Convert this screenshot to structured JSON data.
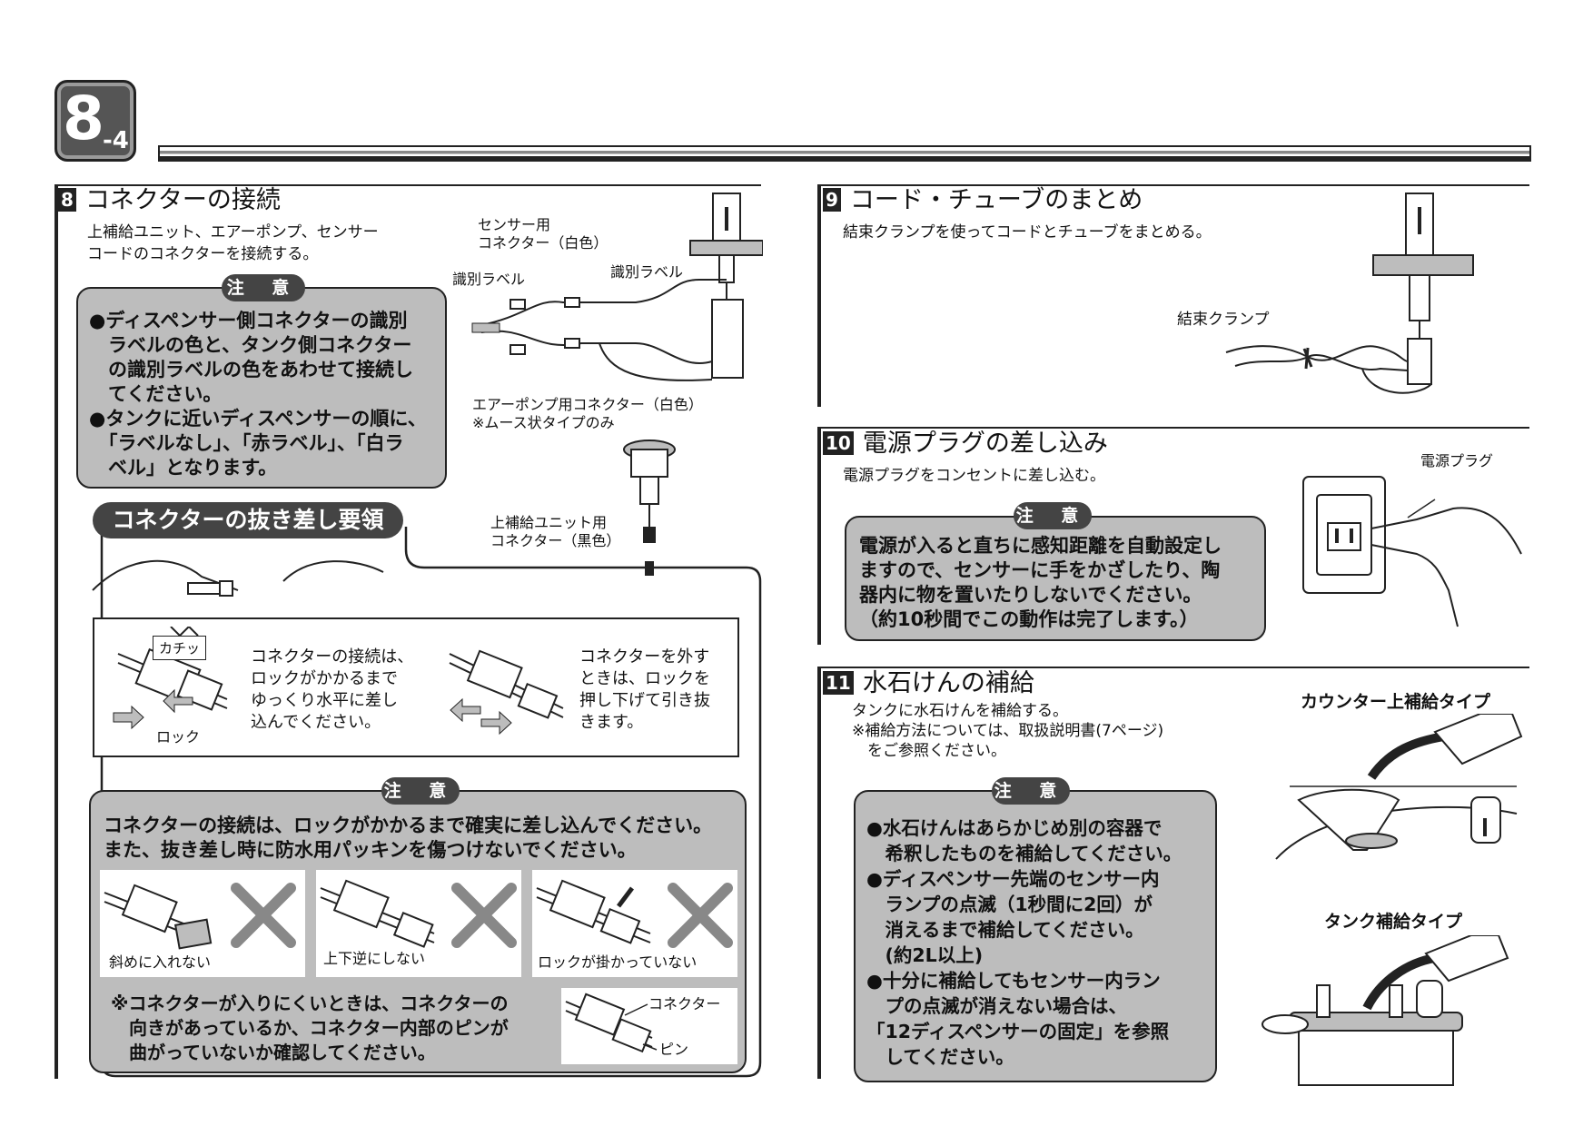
{
  "chapter": {
    "number": "8",
    "sub": "-4"
  },
  "s8": {
    "num": "8",
    "title": "コネクターの接続",
    "desc": [
      "上補給ユニット、エアーポンプ、センサー",
      "コードのコネクターを接続する。"
    ],
    "caution_label": "注 意",
    "caution1": [
      "●ディスペンサー側コネクターの識別",
      "　ラベルの色と、タンク側コネクター",
      "　の識別ラベルの色をあわせて接続し",
      "　てください。",
      "●タンクに近いディスペンサーの順に、",
      "　「ラベルなし」、「赤ラベル」、「白ラ",
      "　ベル」となります。"
    ],
    "diagram_labels": {
      "sensor_conn": [
        "センサー用",
        "コネクター（白色）"
      ],
      "id_label_left": "識別ラベル",
      "id_label_right": "識別ラベル",
      "air_pump": [
        "エアーポンプ用コネクター（白色）",
        "※ムース状タイプのみ"
      ],
      "upper_unit": [
        "上補給ユニット用",
        "コネクター（黒色）"
      ]
    },
    "howto_title": "コネクターの抜き差し要領",
    "click": "カチッ",
    "lock": "ロック",
    "connect_text": [
      "コネクターの接続は、",
      "ロックがかかるまで",
      "ゆっくり水平に差し",
      "込んでください。"
    ],
    "remove_text": [
      "コネクターを外す",
      "ときは、ロックを",
      "押し下げて引き抜",
      "きます。"
    ],
    "caution2_label": "注 意",
    "caution2": [
      "コネクターの接続は、ロックがかかるまで確実に差し込んでください。",
      "また、抜き差し時に防水用パッキンを傷つけないでください。"
    ],
    "ng": [
      "斜めに入れない",
      "上下逆にしない",
      "ロックが掛かっていない"
    ],
    "note": [
      "※コネクターが入りにくいときは、コネクターの",
      "　向きがあっているか、コネクター内部のピンが",
      "　曲がっていないか確認してください。"
    ],
    "connector_lbl": "コネクター",
    "pin_lbl": "ピン"
  },
  "s9": {
    "num": "9",
    "title": "コード・チューブのまとめ",
    "desc": "結束クランプを使ってコードとチューブをまとめる。",
    "clamp": "結束クランプ"
  },
  "s10": {
    "num": "10",
    "title": "電源プラグの差し込み",
    "desc": "電源プラグをコンセントに差し込む。",
    "plug": "電源プラグ",
    "caution_label": "注 意",
    "caution": [
      "電源が入ると直ちに感知距離を自動設定し",
      "ますので、センサーに手をかざしたり、陶",
      "器内に物を置いたりしないでください。",
      "（約10秒間でこの動作は完了します。）"
    ]
  },
  "s11": {
    "num": "11",
    "title": "水石けんの補給",
    "desc": [
      "タンクに水石けんを補給する。",
      "※補給方法については、取扱説明書(7ページ)",
      "　をご参照ください。"
    ],
    "counter_type": "カウンター上補給タイプ",
    "tank_type": "タンク補給タイプ",
    "caution_label": "注 意",
    "caution": [
      "●水石けんはあらかじめ別の容器で",
      "　希釈したものを補給してください。",
      "●ディスペンサー先端のセンサー内",
      "　ランプの点滅（1秒間に2回）が",
      "　消えるまで補給してください。",
      "　(約2L以上)",
      "●十分に補給してもセンサー内ラン",
      "　プの点滅が消えない場合は、",
      "「12ディスペンサーの固定」を参照",
      "　してください。"
    ]
  }
}
